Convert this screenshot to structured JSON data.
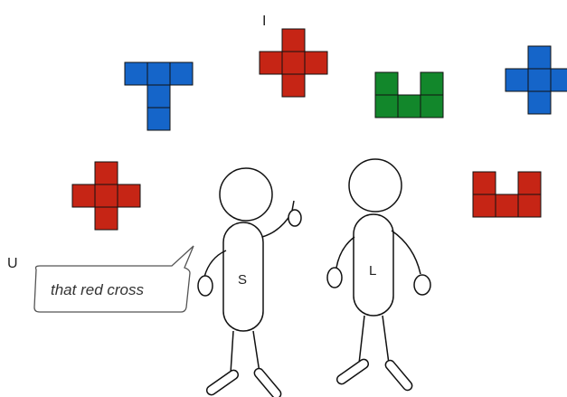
{
  "markers": {
    "top": "I",
    "left": "U"
  },
  "speech": {
    "text": "that red cross"
  },
  "figures": {
    "speaker": {
      "label": "S"
    },
    "listener": {
      "label": "L"
    }
  },
  "pieces": [
    {
      "id": "blue-t",
      "shape": "T-pentomino",
      "color": "#1565C9"
    },
    {
      "id": "red-cross-top",
      "shape": "plus-pentomino",
      "color": "#C62515"
    },
    {
      "id": "green-u",
      "shape": "U-pentomino",
      "color": "#12872B"
    },
    {
      "id": "blue-cross",
      "shape": "plus-pentomino",
      "color": "#1565C9"
    },
    {
      "id": "red-cross-left",
      "shape": "plus-pentomino",
      "color": "#C62515"
    },
    {
      "id": "red-u",
      "shape": "U-pentomino",
      "color": "#C62515"
    }
  ],
  "colors": {
    "outline": "#111111",
    "speech_border": "#555555"
  }
}
